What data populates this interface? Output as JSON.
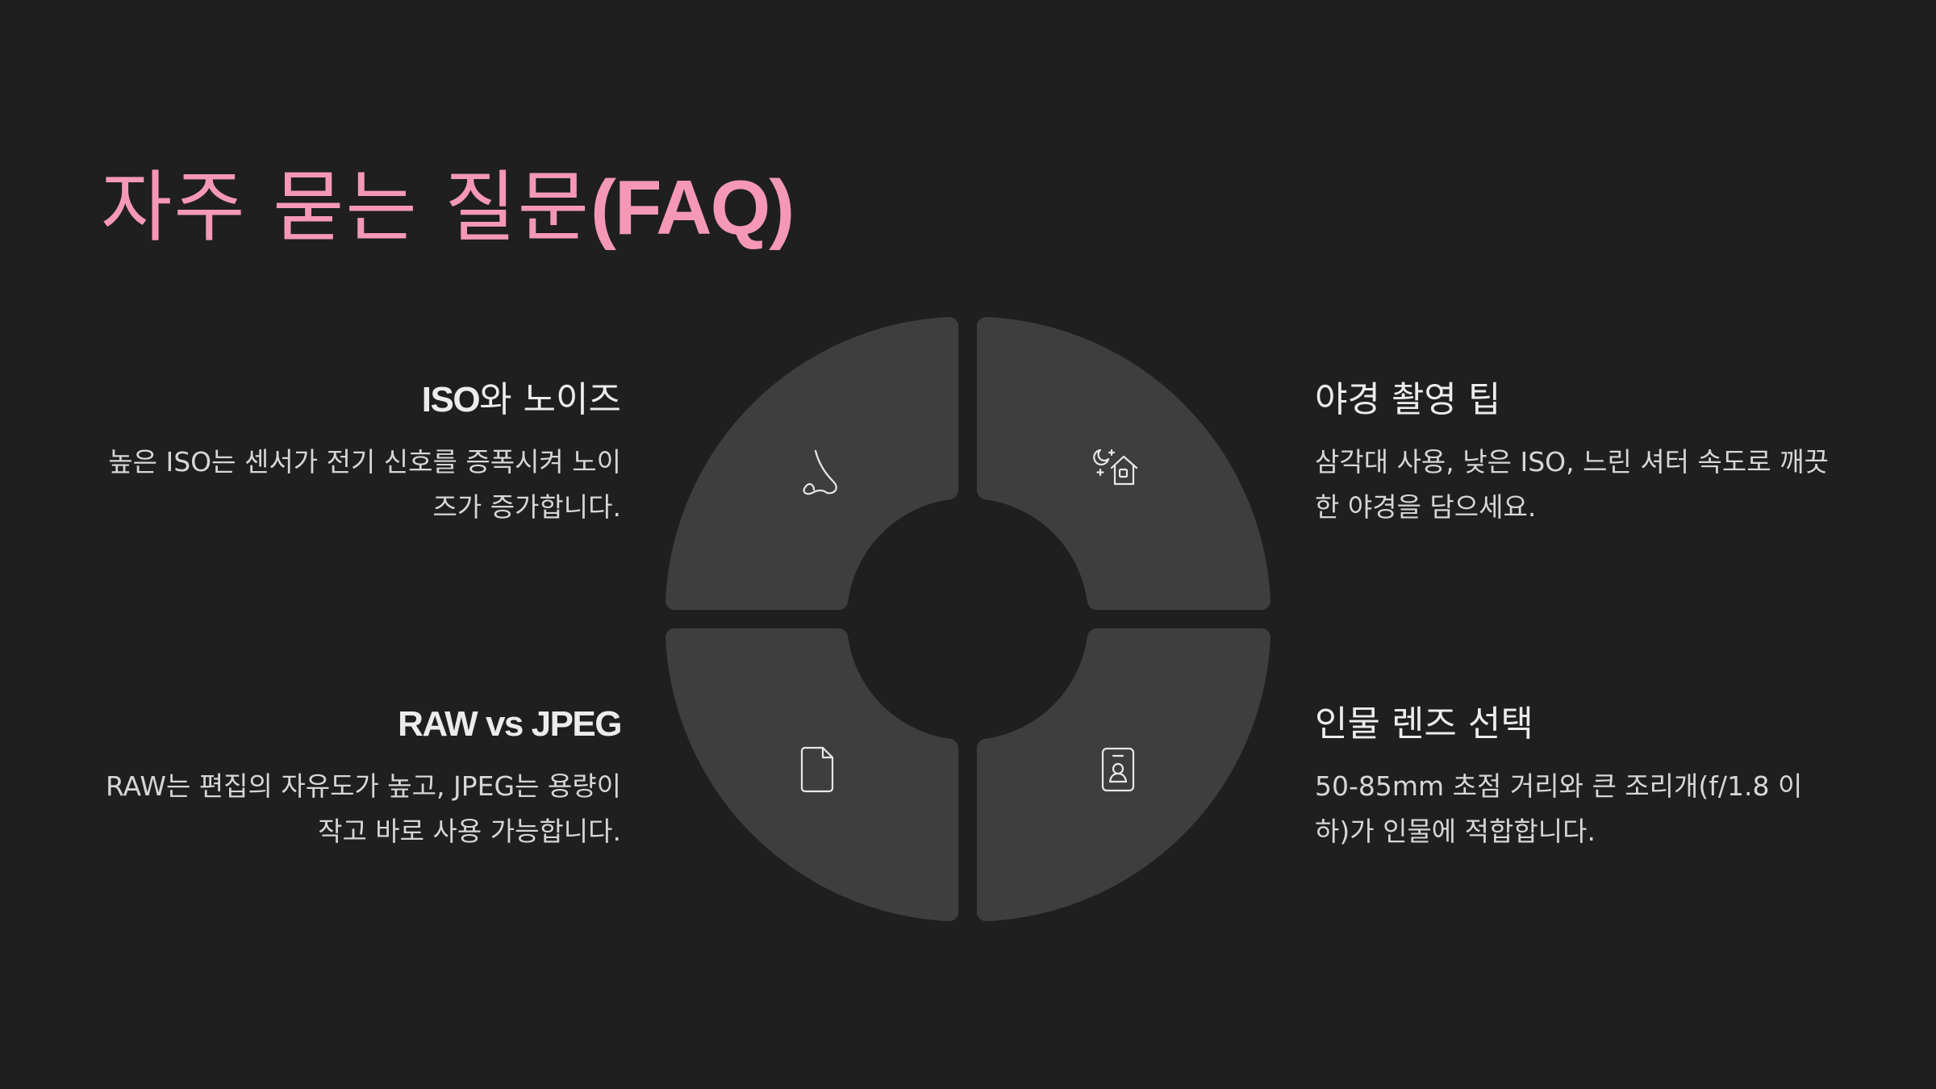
{
  "title": {
    "main": "자주 묻는 질문",
    "accent": "(FAQ)"
  },
  "colors": {
    "background": "#1f1f1f",
    "title": "#f598b6",
    "segment": "#3e3e3e",
    "text": "#ececec"
  },
  "faq": [
    {
      "heading_latin": "ISO",
      "heading_rest": "와 노이즈",
      "body": "높은 ISO는 센서가 전기 신호를 증폭시켜 노이즈가 증가합니다.",
      "icon": "nose-icon"
    },
    {
      "heading_latin": "",
      "heading_rest": "야경 촬영 팁",
      "body": "삼각대 사용, 낮은 ISO, 느린 셔터 속도로 깨끗한 야경을 담으세요.",
      "icon": "moon-house-icon"
    },
    {
      "heading_latin": "RAW vs JPEG",
      "heading_rest": "",
      "body": "RAW는 편집의 자유도가 높고, JPEG는 용량이 작고 바로 사용 가능합니다.",
      "icon": "file-icon"
    },
    {
      "heading_latin": "",
      "heading_rest": "인물 렌즈 선택",
      "body": "50-85mm 초점 거리와 큰 조리개(f/1.8 이하)가 인물에 적합합니다.",
      "icon": "portrait-icon"
    }
  ]
}
